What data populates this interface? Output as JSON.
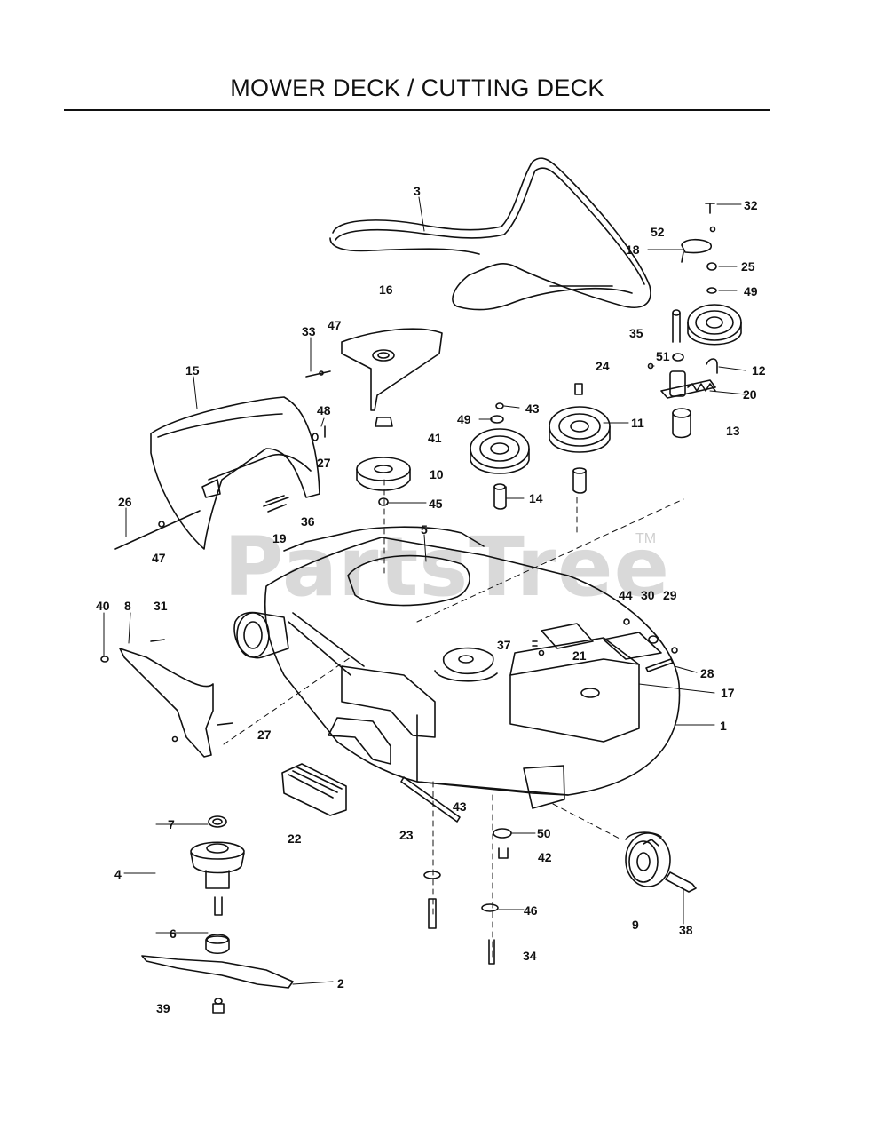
{
  "title": "MOWER DECK / CUTTING DECK",
  "watermark": {
    "text": "PartsTree",
    "tm": "TM"
  },
  "callouts": [
    "1",
    "2",
    "3",
    "4",
    "5",
    "6",
    "7",
    "8",
    "9",
    "10",
    "11",
    "12",
    "13",
    "14",
    "15",
    "16",
    "17",
    "18",
    "19",
    "20",
    "21",
    "22",
    "23",
    "24",
    "25",
    "26",
    "27",
    "27",
    "28",
    "29",
    "30",
    "31",
    "32",
    "33",
    "34",
    "35",
    "36",
    "37",
    "38",
    "39",
    "40",
    "41",
    "42",
    "43",
    "43",
    "44",
    "45",
    "46",
    "47",
    "47",
    "48",
    "49",
    "49",
    "50",
    "51",
    "52"
  ]
}
